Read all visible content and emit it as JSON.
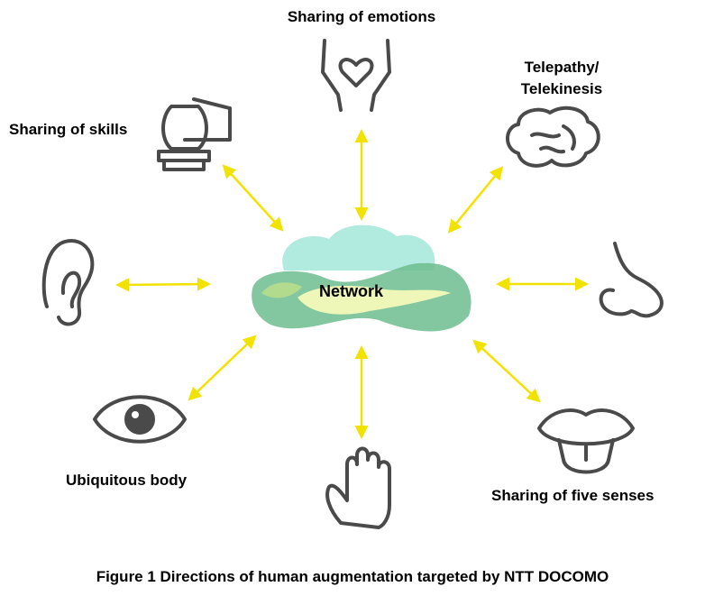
{
  "center": {
    "label": "Network"
  },
  "labels": {
    "emotions": "Sharing of emotions",
    "telepathy_line1": "Telepathy/",
    "telepathy_line2": "Telekinesis",
    "skills": "Sharing of skills",
    "ubiquitous": "Ubiquitous body",
    "five_senses": "Sharing of five senses"
  },
  "caption": "Figure 1  Directions of human augmentation targeted by NTT DOCOMO",
  "colors": {
    "arrow": "#f2e200",
    "icon": "#4a4a4a",
    "cloud_teal": "#a8e8dc",
    "cloud_green": "#6dbd8f",
    "cloud_light": "#eef7b8"
  }
}
